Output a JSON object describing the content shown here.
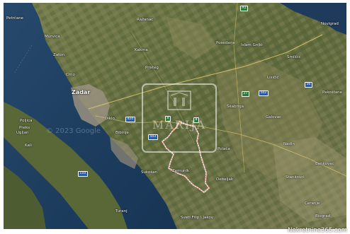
{
  "places": {
    "petrcane": "Petrčane",
    "zadar": "Zadar",
    "preko": "Preko",
    "sukosan": "Sukošan",
    "sveti_filip": "Sveti Filip\ni Jakov",
    "novigrad": "Novigrad",
    "poljica": "Poljica",
    "ugljan": "Ugljan",
    "kali": "Kali",
    "zemunik": "Zemunik",
    "bibinje": "Bibinje",
    "skabrnja": "Škabrnja",
    "galovac": "Galovac",
    "benkovac": "Benkovac",
    "debeljak": "Debeljak",
    "nadin": "Nadin",
    "ceranje": "Ceranje",
    "turanj": "Turanj",
    "pakostane": "Pakoštane",
    "biograd": "Biograd",
    "raznje": "Ražanac",
    "posedarje": "Posedarje",
    "islam": "Islam Grčki",
    "smilcic": "Smilčić",
    "kakma": "Kakma",
    "pristeg": "Pristeg",
    "lisicic": "Lisičić",
    "stankovci": "Stankovci",
    "polaca": "Polača",
    "zaton": "Zaton",
    "diklo": "Diklo",
    "murvica": "Murvica",
    "crno": "Crno"
  },
  "roads": {
    "a1": "A1",
    "d8": "8",
    "d424": "424",
    "d502": "502",
    "d56": "56",
    "d27": "27",
    "d503": "503",
    "d110": "110",
    "d8b": "8"
  },
  "watermark": "MARIJA",
  "copyright": "© 2023 Google",
  "site": "Nekretnine365.com",
  "colors": {
    "sea": "#1e3a5a",
    "deep_sea": "#142c48",
    "land": "#6b7545",
    "parcel_outline": "#ff6a6a"
  }
}
